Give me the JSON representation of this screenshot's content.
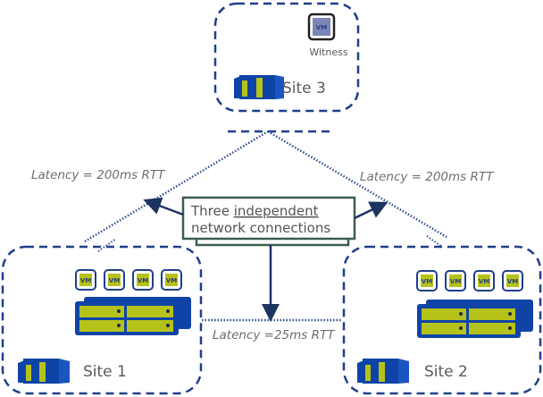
{
  "colors": {
    "site_border": "#1f3f8a",
    "link_line": "#2f4d8a",
    "callout_border": "#3b5e4e",
    "arrow": "#1d3461",
    "server_blue": "#0f44a6",
    "server_green": "#b5c21a",
    "witness_vm_fill": "#7a86b8",
    "text_gray": "#5a5a5a"
  },
  "sites": {
    "site3": {
      "label": "Site 3",
      "role_label": "Witness",
      "vm_label": "VM",
      "icon": "datacenter-icon"
    },
    "site1": {
      "label": "Site 1",
      "vm_labels": [
        "VM",
        "VM",
        "VM",
        "VM"
      ],
      "icon": "datacenter-icon"
    },
    "site2": {
      "label": "Site 2",
      "vm_labels": [
        "VM",
        "VM",
        "VM",
        "VM"
      ],
      "icon": "datacenter-icon"
    }
  },
  "links": {
    "site1_site3": {
      "label": "Latency = 200ms RTT"
    },
    "site2_site3": {
      "label": "Latency = 200ms RTT"
    },
    "site1_site2": {
      "label": "Latency =25ms RTT"
    }
  },
  "callout": {
    "line1_prefix": "Three ",
    "line1_underlined": "independent",
    "line2": "network connections"
  }
}
